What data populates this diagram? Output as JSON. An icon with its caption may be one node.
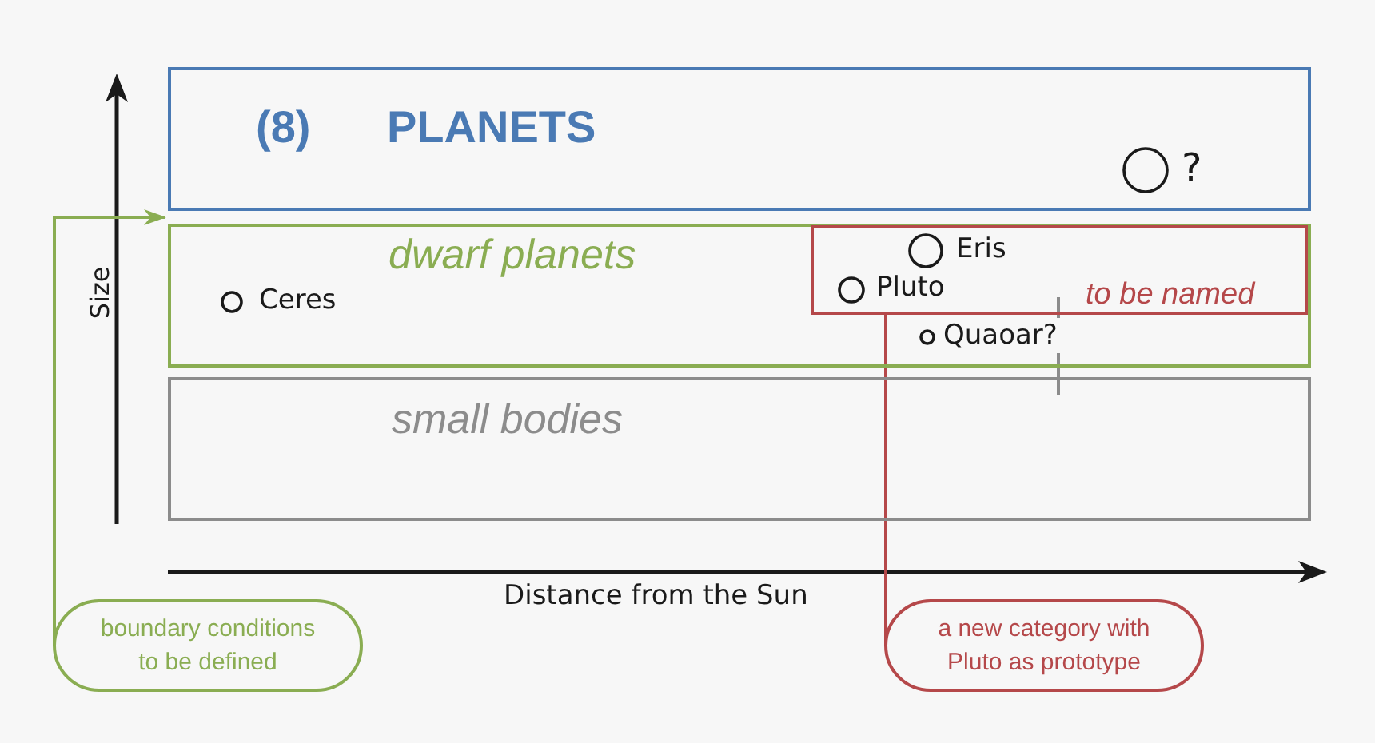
{
  "diagram": {
    "nodes": [
      {
        "text": [
          "(8)",
          "PLANETS"
        ]
      },
      {
        "text": [
          "?"
        ],
        "in": 0
      },
      {
        "text": [
          "dwarf planets"
        ]
      },
      {
        "text": [
          "Ceres"
        ],
        "in": 2
      },
      {
        "text": [
          "to be named"
        ],
        "in": 2
      },
      {
        "text": [
          "Eris"
        ],
        "in": 4
      },
      {
        "text": [
          "Pluto"
        ],
        "in": 4
      },
      {
        "text": [
          "Quaoar?"
        ],
        "in": 2
      },
      {
        "text": [
          "small bodies"
        ]
      },
      {
        "text": [
          "boundary conditions to be defined"
        ]
      },
      {
        "text": [
          "a new category with Pluto as prototype"
        ]
      }
    ],
    "edges": [
      {
        "from": 9,
        "to": 2,
        "arrow": "to",
        "color": "#8aad52"
      },
      {
        "from": 10,
        "to": 4,
        "arrow": "none",
        "color": "#b5484a"
      }
    ],
    "labels": [
      "Size",
      "Distance from the Sun"
    ]
  }
}
